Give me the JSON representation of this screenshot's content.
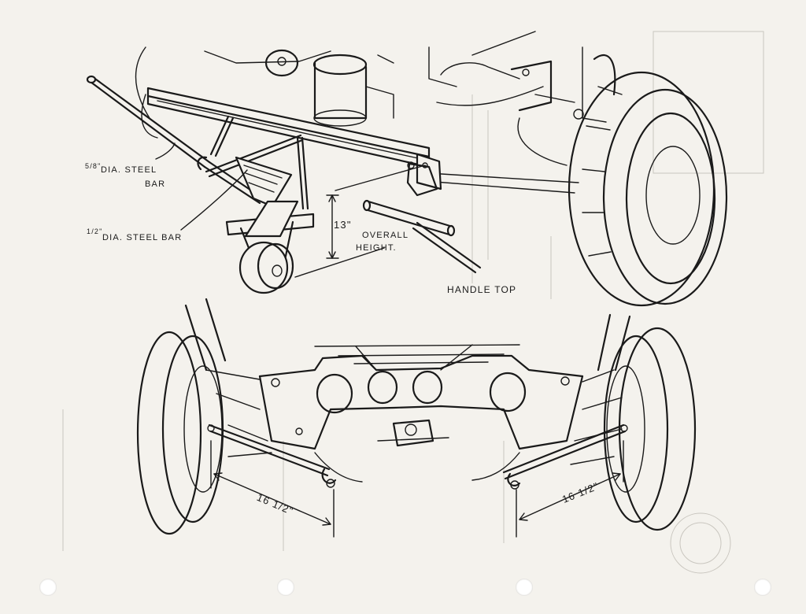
{
  "labels": {
    "bar_58_fraction": "5/8\"",
    "bar_58_text": "DIA. STEEL",
    "bar_58_text2": "BAR",
    "bar_12_fraction": "1/2\"",
    "bar_12_text": "DIA. STEEL BAR",
    "height_value": "13\"",
    "height_text": "OVERALL",
    "height_text2": "HEIGHT.",
    "handle_top": "HANDLE TOP",
    "left_dim": "16 1/2\"",
    "right_dim": "16 1/2\""
  }
}
